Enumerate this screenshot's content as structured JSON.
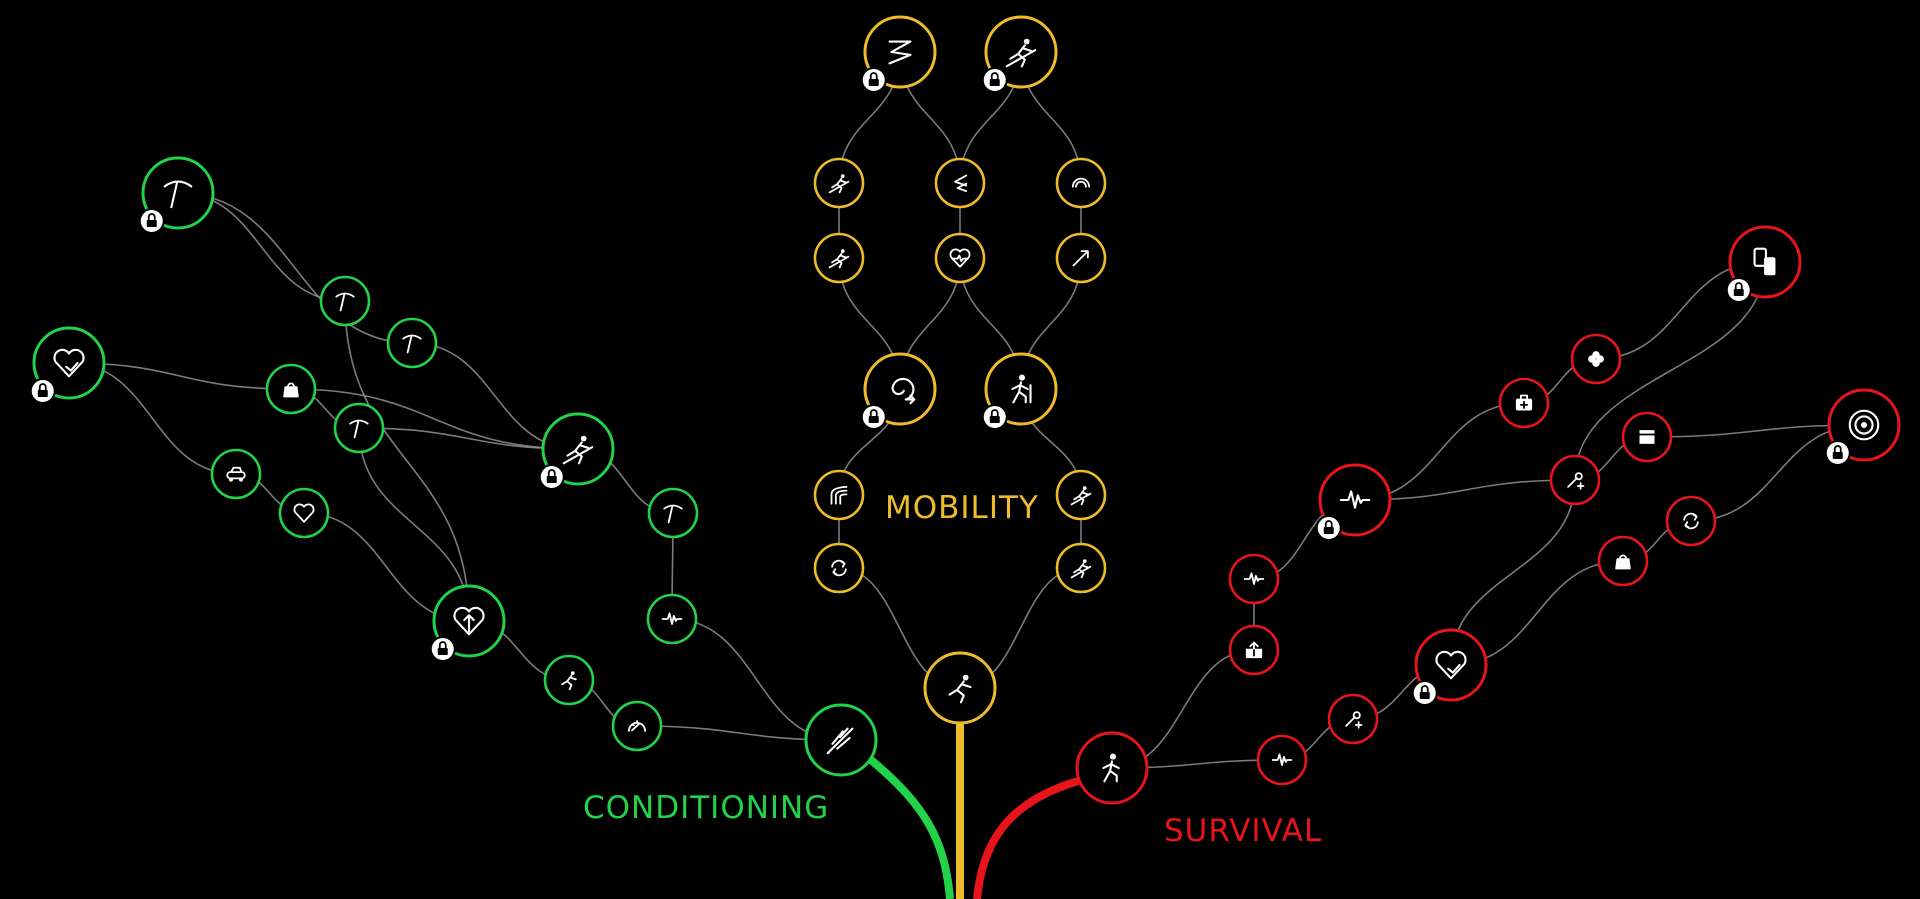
{
  "branches": {
    "conditioning": {
      "label": "CONDITIONING",
      "color": "#22d24b"
    },
    "mobility": {
      "label": "MOBILITY",
      "color": "#eebc2a"
    },
    "survival": {
      "label": "SURVIVAL",
      "color": "#e8141c"
    }
  },
  "colors": {
    "background": "#000000",
    "link": "#9a9a9a",
    "node_fill": "#000000",
    "icon": "#ffffff"
  },
  "nodes": [
    {
      "id": "c-root",
      "branch": "conditioning",
      "icon": "feather-icon",
      "tier": "major",
      "locked": false
    },
    {
      "id": "c-climb-top",
      "branch": "conditioning",
      "icon": "pickaxe-icon",
      "tier": "major",
      "locked": true
    },
    {
      "id": "c-heart-top",
      "branch": "conditioning",
      "icon": "heart-refresh-icon",
      "tier": "major",
      "locked": true
    },
    {
      "id": "c-pick-1",
      "branch": "conditioning",
      "icon": "pickaxe-icon",
      "tier": "minor",
      "locked": false
    },
    {
      "id": "c-pick-2",
      "branch": "conditioning",
      "icon": "pickaxe-icon",
      "tier": "minor",
      "locked": false
    },
    {
      "id": "c-weight",
      "branch": "conditioning",
      "icon": "kettlebell-icon",
      "tier": "minor",
      "locked": false
    },
    {
      "id": "c-pick-3",
      "branch": "conditioning",
      "icon": "pickaxe-icon",
      "tier": "minor",
      "locked": false
    },
    {
      "id": "c-skater",
      "branch": "conditioning",
      "icon": "skater-icon",
      "tier": "major",
      "locked": true
    },
    {
      "id": "c-pick-4",
      "branch": "conditioning",
      "icon": "pickaxe-icon",
      "tier": "minor",
      "locked": false
    },
    {
      "id": "c-vehicle",
      "branch": "conditioning",
      "icon": "vehicle-icon",
      "tier": "minor",
      "locked": false
    },
    {
      "id": "c-heart-small",
      "branch": "conditioning",
      "icon": "heart-icon",
      "tier": "minor",
      "locked": false
    },
    {
      "id": "c-pulse",
      "branch": "conditioning",
      "icon": "pulse-icon",
      "tier": "minor",
      "locked": false
    },
    {
      "id": "c-heart-arrows",
      "branch": "conditioning",
      "icon": "heart-arrows-icon",
      "tier": "major",
      "locked": true
    },
    {
      "id": "c-runner",
      "branch": "conditioning",
      "icon": "runner-icon",
      "tier": "minor",
      "locked": false
    },
    {
      "id": "c-gauge",
      "branch": "conditioning",
      "icon": "gauge-icon",
      "tier": "minor",
      "locked": false
    },
    {
      "id": "m-root",
      "branch": "mobility",
      "icon": "climber-icon",
      "tier": "major",
      "locked": false
    },
    {
      "id": "m-zigzag",
      "branch": "mobility",
      "icon": "zigzag-icon",
      "tier": "major",
      "locked": true
    },
    {
      "id": "m-slide",
      "branch": "mobility",
      "icon": "slide-icon",
      "tier": "major",
      "locked": true
    },
    {
      "id": "m-slide-1",
      "branch": "mobility",
      "icon": "slide-icon",
      "tier": "minor",
      "locked": false
    },
    {
      "id": "m-chevron",
      "branch": "mobility",
      "icon": "chevron-left-double-icon",
      "tier": "minor",
      "locked": false
    },
    {
      "id": "m-rainbow",
      "branch": "mobility",
      "icon": "arc-icon",
      "tier": "minor",
      "locked": false
    },
    {
      "id": "m-slide-2",
      "branch": "mobility",
      "icon": "slide-icon",
      "tier": "minor",
      "locked": false
    },
    {
      "id": "m-heart",
      "branch": "mobility",
      "icon": "heart-pulse-icon",
      "tier": "minor",
      "locked": false
    },
    {
      "id": "m-arrow",
      "branch": "mobility",
      "icon": "arrow-up-right-icon",
      "tier": "minor",
      "locked": false
    },
    {
      "id": "m-swirl",
      "branch": "mobility",
      "icon": "swirl-arrow-icon",
      "tier": "major",
      "locked": true
    },
    {
      "id": "m-walker",
      "branch": "mobility",
      "icon": "hiker-icon",
      "tier": "major",
      "locked": true
    },
    {
      "id": "m-lines",
      "branch": "mobility",
      "icon": "speed-lines-icon",
      "tier": "minor",
      "locked": false
    },
    {
      "id": "m-slide-3",
      "branch": "mobility",
      "icon": "slide-icon",
      "tier": "minor",
      "locked": false
    },
    {
      "id": "m-cycle",
      "branch": "mobility",
      "icon": "cycle-icon",
      "tier": "minor",
      "locked": false
    },
    {
      "id": "m-slide-4",
      "branch": "mobility",
      "icon": "slide-icon",
      "tier": "minor",
      "locked": false
    },
    {
      "id": "s-root",
      "branch": "survival",
      "icon": "walker-icon",
      "tier": "major",
      "locked": false
    },
    {
      "id": "s-phone",
      "branch": "survival",
      "icon": "devices-icon",
      "tier": "major",
      "locked": true
    },
    {
      "id": "s-clover",
      "branch": "survival",
      "icon": "clover-icon",
      "tier": "minor",
      "locked": false
    },
    {
      "id": "s-medkit",
      "branch": "survival",
      "icon": "medkit-icon",
      "tier": "minor",
      "locked": false
    },
    {
      "id": "s-target",
      "branch": "survival",
      "icon": "target-icon",
      "tier": "major",
      "locked": true
    },
    {
      "id": "s-box",
      "branch": "survival",
      "icon": "crate-icon",
      "tier": "minor",
      "locked": false
    },
    {
      "id": "s-wrench-1",
      "branch": "survival",
      "icon": "wrench-plus-icon",
      "tier": "minor",
      "locked": false
    },
    {
      "id": "s-pulse-major",
      "branch": "survival",
      "icon": "pulse-icon",
      "tier": "major",
      "locked": true
    },
    {
      "id": "s-cycle",
      "branch": "survival",
      "icon": "cycle-icon",
      "tier": "minor",
      "locked": false
    },
    {
      "id": "s-weight",
      "branch": "survival",
      "icon": "kettlebell-icon",
      "tier": "minor",
      "locked": false
    },
    {
      "id": "s-pulse-1",
      "branch": "survival",
      "icon": "pulse-icon",
      "tier": "minor",
      "locked": false
    },
    {
      "id": "s-upload",
      "branch": "survival",
      "icon": "upload-box-icon",
      "tier": "minor",
      "locked": false
    },
    {
      "id": "s-heart",
      "branch": "survival",
      "icon": "heart-refresh-icon",
      "tier": "major",
      "locked": true
    },
    {
      "id": "s-wrench-2",
      "branch": "survival",
      "icon": "wrench-plus-icon",
      "tier": "minor",
      "locked": false
    },
    {
      "id": "s-pulse-2",
      "branch": "survival",
      "icon": "pulse-icon",
      "tier": "minor",
      "locked": false
    }
  ],
  "links": [
    [
      "c-root",
      "c-gauge"
    ],
    [
      "c-gauge",
      "c-runner"
    ],
    [
      "c-runner",
      "c-heart-arrows"
    ],
    [
      "c-heart-arrows",
      "c-heart-small"
    ],
    [
      "c-heart-small",
      "c-vehicle"
    ],
    [
      "c-vehicle",
      "c-heart-top"
    ],
    [
      "c-heart-arrows",
      "c-pick-3"
    ],
    [
      "c-heart-arrows",
      "c-pick-1"
    ],
    [
      "c-pick-3",
      "c-skater"
    ],
    [
      "c-weight",
      "c-heart-top"
    ],
    [
      "c-weight",
      "c-skater"
    ],
    [
      "c-weight",
      "c-pick-3"
    ],
    [
      "c-pick-1",
      "c-climb-top"
    ],
    [
      "c-pick-2",
      "c-climb-top"
    ],
    [
      "c-pick-2",
      "c-skater"
    ],
    [
      "c-root",
      "c-pulse"
    ],
    [
      "c-pulse",
      "c-pick-4"
    ],
    [
      "c-pick-4",
      "c-skater"
    ],
    [
      "m-root",
      "m-cycle"
    ],
    [
      "m-cycle",
      "m-lines"
    ],
    [
      "m-lines",
      "m-swirl"
    ],
    [
      "m-root",
      "m-slide-4"
    ],
    [
      "m-slide-4",
      "m-slide-3"
    ],
    [
      "m-slide-3",
      "m-walker"
    ],
    [
      "m-swirl",
      "m-slide-2"
    ],
    [
      "m-swirl",
      "m-heart"
    ],
    [
      "m-walker",
      "m-heart"
    ],
    [
      "m-walker",
      "m-arrow"
    ],
    [
      "m-slide-2",
      "m-slide-1"
    ],
    [
      "m-heart",
      "m-chevron"
    ],
    [
      "m-arrow",
      "m-rainbow"
    ],
    [
      "m-slide-1",
      "m-zigzag"
    ],
    [
      "m-chevron",
      "m-zigzag"
    ],
    [
      "m-chevron",
      "m-slide"
    ],
    [
      "m-rainbow",
      "m-slide"
    ],
    [
      "s-root",
      "s-upload"
    ],
    [
      "s-upload",
      "s-pulse-1"
    ],
    [
      "s-pulse-1",
      "s-pulse-major"
    ],
    [
      "s-root",
      "s-pulse-2"
    ],
    [
      "s-pulse-2",
      "s-wrench-2"
    ],
    [
      "s-wrench-2",
      "s-heart"
    ],
    [
      "s-heart",
      "s-weight"
    ],
    [
      "s-weight",
      "s-cycle"
    ],
    [
      "s-cycle",
      "s-target"
    ],
    [
      "s-heart",
      "s-wrench-1"
    ],
    [
      "s-wrench-1",
      "s-box"
    ],
    [
      "s-box",
      "s-target"
    ],
    [
      "s-pulse-major",
      "s-wrench-1"
    ],
    [
      "s-pulse-major",
      "s-medkit"
    ],
    [
      "s-medkit",
      "s-clover"
    ],
    [
      "s-clover",
      "s-phone"
    ],
    [
      "s-wrench-1",
      "s-phone"
    ]
  ]
}
